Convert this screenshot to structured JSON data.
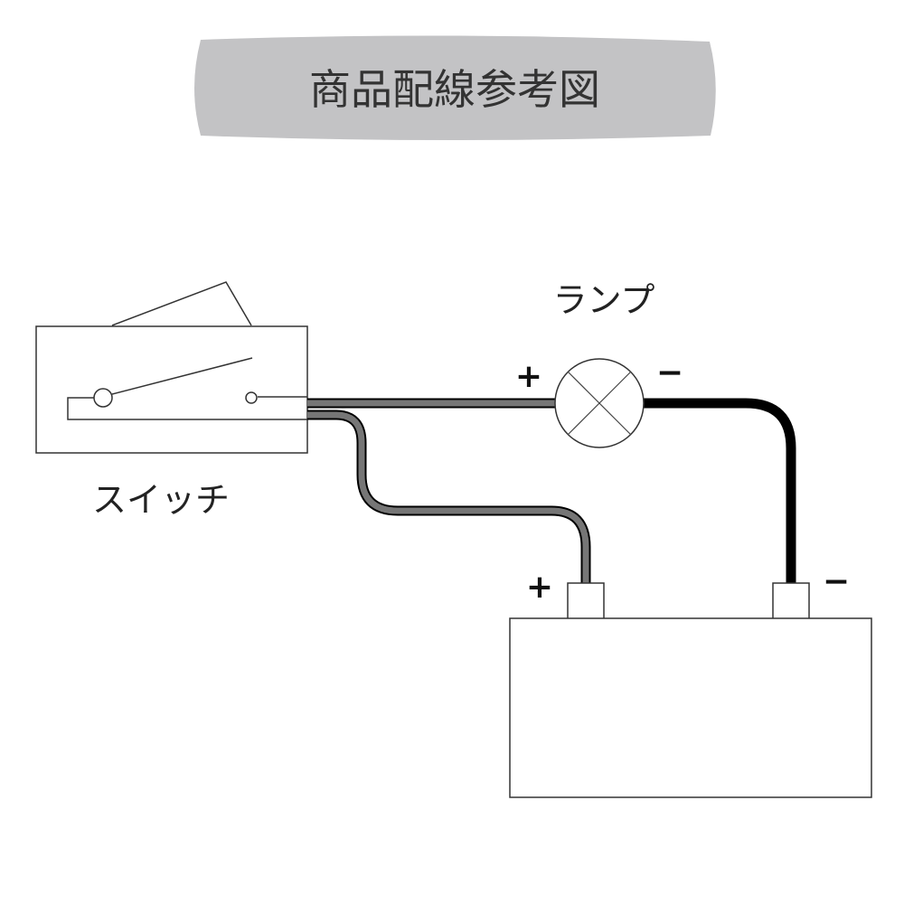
{
  "title": "商品配線参考図",
  "labels": {
    "lamp": "ランプ",
    "switch": "スイッチ"
  },
  "signs": {
    "lamp_plus": "+",
    "lamp_minus": "−",
    "battery_plus": "+",
    "battery_minus": "−"
  },
  "colors": {
    "banner": "#c3c3c5",
    "wire_gray": "#767676",
    "wire_black": "#000000",
    "outline": "#333333"
  }
}
